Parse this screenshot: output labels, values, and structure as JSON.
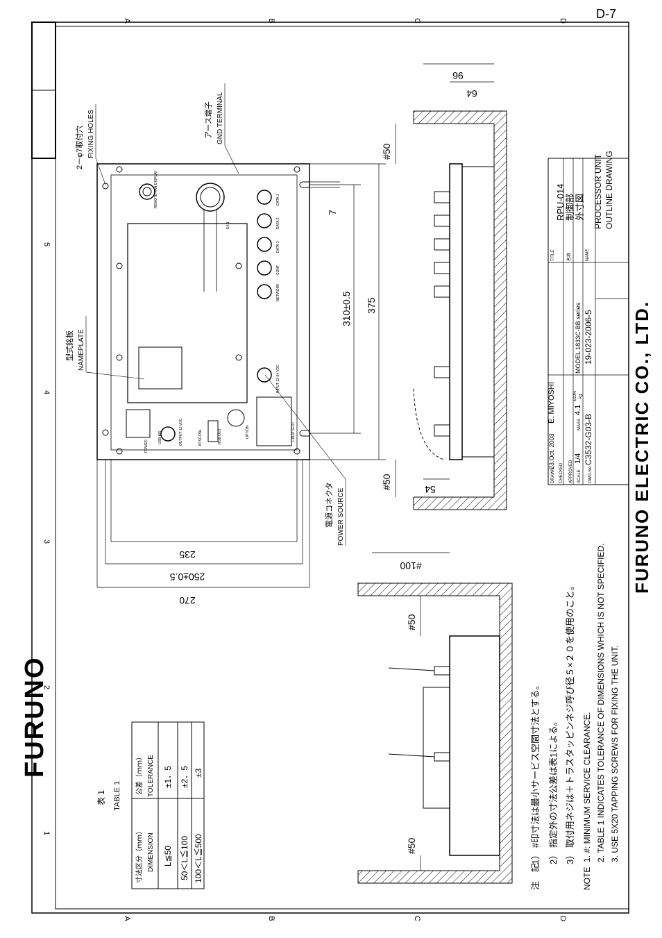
{
  "page_label": "D-7",
  "company": "FURUNO ELECTRIC CO., LTD.",
  "logo": "FURUNO",
  "grid": {
    "row_letters": [
      "A",
      "B",
      "C",
      "D"
    ],
    "column_numbers": [
      "1",
      "2",
      "3",
      "4",
      "5"
    ]
  },
  "title_block": {
    "title_label": "TITLE",
    "title_code": "RPU-014",
    "title_jp": "制御部",
    "name_label_jp": "名称",
    "name_jp": "外寸図",
    "name_label": "NAME",
    "name_en_1": "PROCESSOR UNIT",
    "name_en_2": "OUTLINE DRAWING",
    "drawn_label": "DRAWN",
    "drawn_date": "23.Oct. 2003",
    "drawn_by": "E. MIYOSHI",
    "checked_label": "CHECKED",
    "approved_label": "APPROVED",
    "scale_label": "SCALE",
    "scale": "1/4",
    "mass_label": "MASS",
    "mass": "4.1",
    "mass_tol": "±10%",
    "mass_unit": "kg",
    "model": "MODEL 1833C-BB series",
    "dwg_label": "DWG.No.",
    "dwg_no": "C3532-G03-B",
    "doc_no": "19-023-2006-5"
  },
  "notes": {
    "jp_heading": "注　記",
    "jp": [
      "1） #印寸法は最小サービス空間寸法とする。",
      "2） 指定外の寸法公差は表1による。",
      "3） 取付用ネジは＋トラスタッピンネジ呼び径５×２０を使用のこと。"
    ],
    "en_heading": "NOTE",
    "en": [
      "1. #: MINIMUM SERVICE CLEARANCE.",
      "2. TABLE 1 INDICATES TOLERANCE OF DIMENSIONS WHICH IS NOT SPECIFIED.",
      "3. USE 5X20 TAPPING SCREWS FOR FIXING THE UNIT."
    ]
  },
  "table1": {
    "title_jp": "表 1",
    "title_en": "TABLE 1",
    "col1_jp": "寸法区分（ｍｍ）",
    "col1_en": "DIMENSION",
    "col2_jp": "公差（ｍｍ）",
    "col2_en": "TOLERANCE",
    "rows": [
      {
        "dimension": "L≦50",
        "tolerance": "±1．5"
      },
      {
        "dimension": "50＜L≦100",
        "tolerance": "±2．5"
      },
      {
        "dimension": "100＜L≦500",
        "tolerance": "±3"
      }
    ]
  },
  "labels": {
    "fixing_holes_jp": "2－φ7取付穴",
    "fixing_holes_en": "FIXING HOLES",
    "gnd_jp": "アース端子",
    "gnd_en": "GND TERMINAL",
    "nameplate_jp": "型式銘板",
    "nameplate_en": "NAMEPLATE",
    "power_jp": "電源コネクタ",
    "power_en": "POWER SOURCE"
  },
  "panel_labels": {
    "remote": "REMOTE FAN DISPLAY",
    "dj1": "DJ-1",
    "data1": "DATA 1",
    "data2": "DATA 2",
    "data3": "DATA 3",
    "cont": "CONT",
    "network": "NETWORK",
    "input": "INPUT 12-24 VDC",
    "card_slot": "CARD SLOT",
    "option": "OPTION",
    "rgb_out": "RGB OUT",
    "ntsc": "NTSC/PAL",
    "output": "OUTPUT 12 VDC",
    "usb": "USB MS",
    "power": "POWER"
  },
  "dims": {
    "d96": "96",
    "d64": "64",
    "d50a": "#50",
    "d7": "7",
    "d310": "310±0.5",
    "d375": "375",
    "d50b": "#50",
    "d54": "54",
    "d235": "235",
    "d250": "250±0.5",
    "d270": "270",
    "d100": "#100",
    "d50c": "#50",
    "d50d": "#50"
  }
}
